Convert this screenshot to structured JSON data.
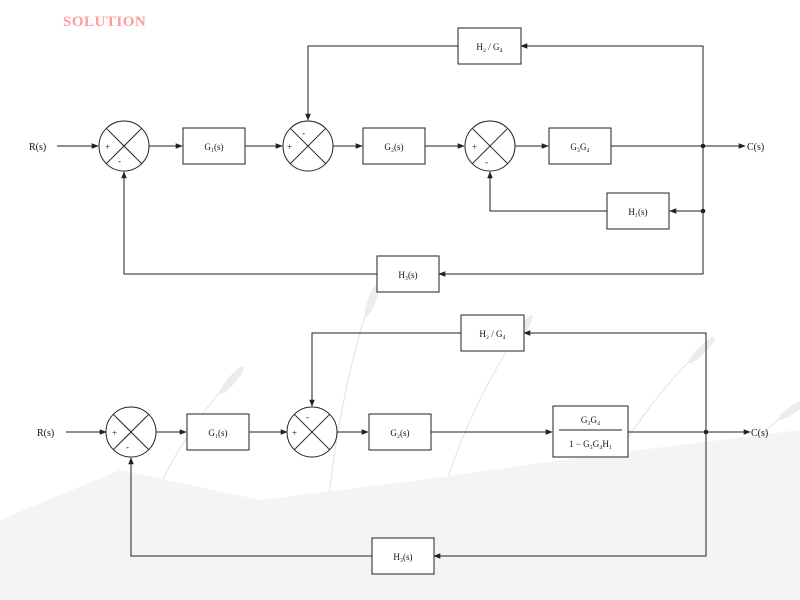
{
  "heading": "SOLUTION",
  "colors": {
    "heading": "#ff9c9c",
    "line": "#222222",
    "background": "#ffffff",
    "wheat": "#dcdcdc"
  },
  "top": {
    "input": "R(s)",
    "output": "C(s)",
    "blocks": {
      "g1": "G₁(s)",
      "g2": "G₂(s)",
      "g3g4": "G₃G₄",
      "h1": "H₁(s)",
      "h2g4": "H₂ / G₄",
      "h3": "H₃(s)"
    },
    "signs": {
      "sj1_in": "+",
      "sj1_fb": "-",
      "sj2_in": "+",
      "sj2_fb": "-",
      "sj3_in": "+",
      "sj3_fb": "-"
    }
  },
  "bottom": {
    "input": "R(s)",
    "output": "C(s)",
    "blocks": {
      "g1": "G₁(s)",
      "g2": "G₂(s)",
      "frac_num": "G₃G₄",
      "frac_den": "1 − G₃G₄H₁",
      "h2g4": "H₂ / G₄",
      "h3": "H₃(s)"
    },
    "signs": {
      "sj1_in": "+",
      "sj1_fb": "-",
      "sj2_in": "+",
      "sj2_fb": "-"
    }
  }
}
